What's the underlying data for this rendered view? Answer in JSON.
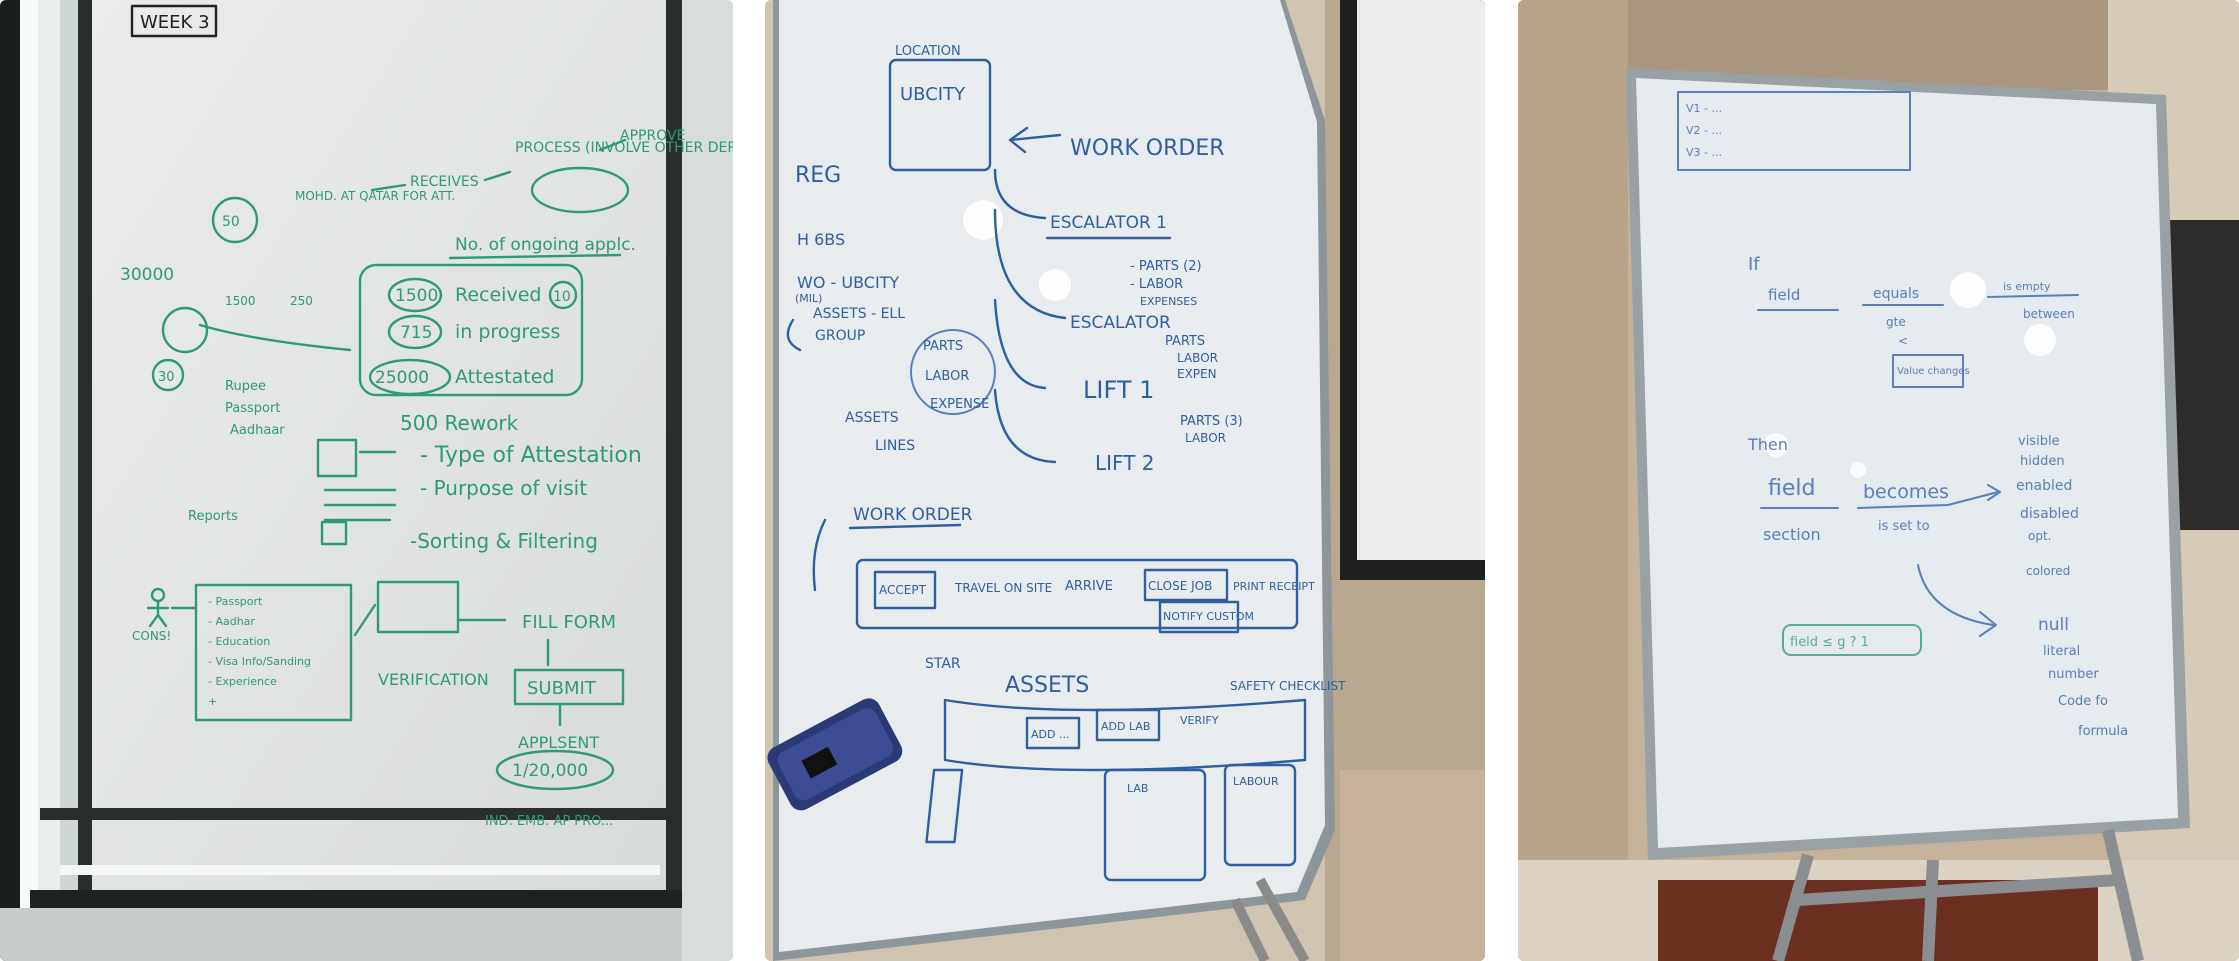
{
  "photos": [
    {
      "board": {
        "title": "WEEK 3",
        "top_flow": [
          "MOHD. AT QATAR FOR ATT.",
          "RECEIVES",
          "PROCESS (INVOLVE OTHER DEPT)",
          "APPROVE"
        ],
        "status_header": "No. of ongoing applc.",
        "status_rows": [
          {
            "count": "1500",
            "label": "Received"
          },
          {
            "count": "715",
            "label": "in progress"
          },
          {
            "count": "25000",
            "label": "Attestated"
          }
        ],
        "received_note": "10",
        "left_numbers": [
          "30000",
          "50",
          "1500",
          "250",
          "30"
        ],
        "left_items": [
          "Rupee",
          "Passport",
          "Aadhaar"
        ],
        "rework": "500 Rework",
        "rework_points": [
          "- Type of Attestation",
          "- Purpose of visit",
          "-Sorting & Filtering"
        ],
        "checklist": [
          "- Passport",
          "- Aadhar",
          "- Education",
          "- Visa Info/Sanding",
          "- Experience",
          "+"
        ],
        "labels": [
          "Reports",
          "CONS!",
          "FILL FORM",
          "VERIFICATION",
          "SUBMIT",
          "APPLSENT",
          "1/20,000",
          "IND. EMB. AP PRO..."
        ]
      }
    },
    {
      "board": {
        "location": "LOCATION",
        "location_value": "UBCITY",
        "workorder": "WORK ORDER",
        "reg": "REG",
        "notes": [
          "H 6BS",
          "WO - UBCITY",
          "(MIL)",
          "ASSETS - ELL",
          "GROUP",
          "PARTS",
          "LABOR",
          "EXPENSE",
          "ASSETS",
          "LINES"
        ],
        "escalator_1": "ESCALATOR 1",
        "escalator_1_items": [
          "- PARTS (2)",
          "- LABOR",
          "EXPENSES"
        ],
        "escalator_2": "ESCALATOR",
        "escalator_2_items": [
          "PARTS",
          "LABOR",
          "EXPEN"
        ],
        "lift_1": "LIFT 1",
        "lift_2": "LIFT 2",
        "lift_side": [
          "PARTS (3)",
          "LABOR"
        ],
        "work_order": "WORK ORDER",
        "flow": [
          "ACCEPT",
          "TRAVEL ON SITE",
          "ARRIVE",
          "CLOSE JOB",
          "PRINT RECEIPT",
          "NOTIFY CUSTOM"
        ],
        "star": "STAR",
        "assets": "ASSETS",
        "safety": "SAFETY CHECKLIST",
        "bottom_boxes": [
          "ADD ...",
          "ADD LAB",
          "VERIFY",
          "LABOUR",
          "LAB"
        ]
      }
    },
    {
      "board": {
        "header_lines": [
          "V1 - ...",
          "V2 - ...",
          "V3 - ..."
        ],
        "if": "If",
        "field": "field",
        "equals": "equals",
        "gte": "gte",
        "lt": "<",
        "between": "between",
        "is_empty": "is empty",
        "values_changes": "Value changes",
        "then": "Then",
        "field2": "field",
        "section": "section",
        "becomes": "becomes",
        "is_set_to": "is set to",
        "options": [
          "visible",
          "hidden",
          "enabled",
          "disabled",
          "opt.",
          "colored"
        ],
        "results": [
          "null",
          "literal",
          "number",
          "Code fo",
          "formula"
        ],
        "green_box": "field ≤ g ? 1"
      }
    }
  ]
}
